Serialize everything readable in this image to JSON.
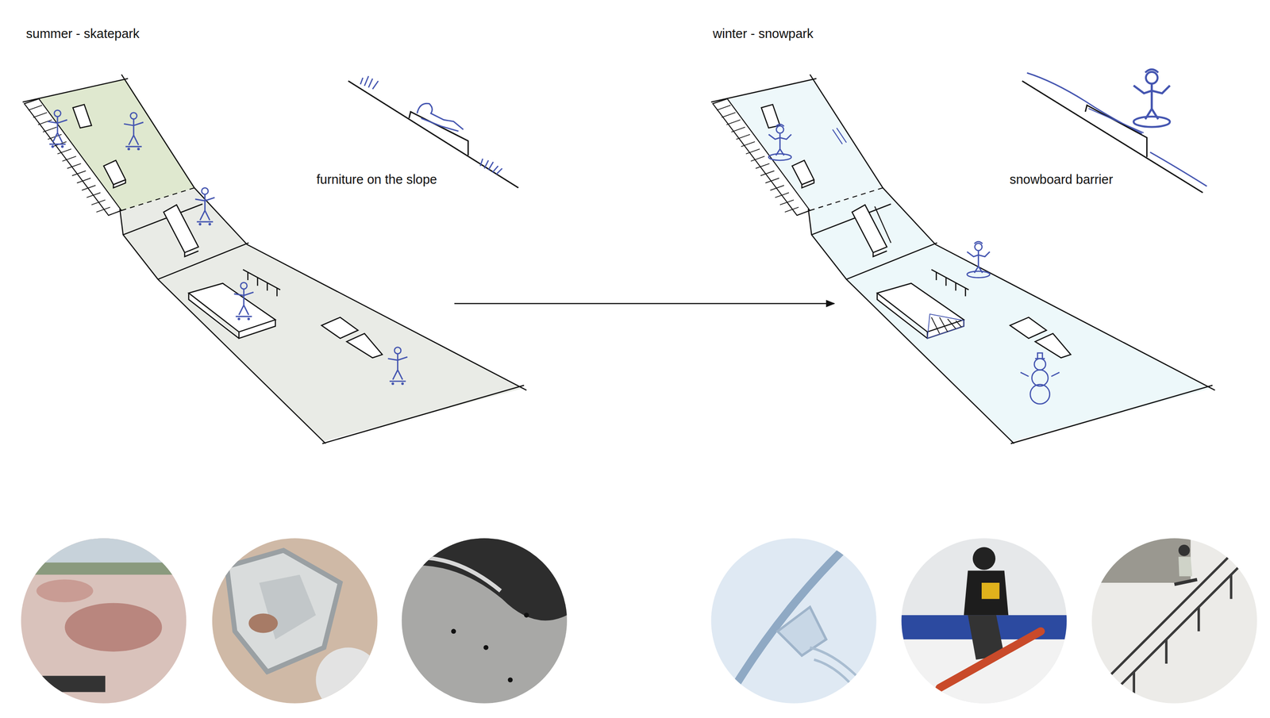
{
  "diagram": {
    "labels": [
      "summer - skatepark",
      "furniture on the slope",
      "winter - snowpark",
      "snowboard barrier"
    ]
  }
}
